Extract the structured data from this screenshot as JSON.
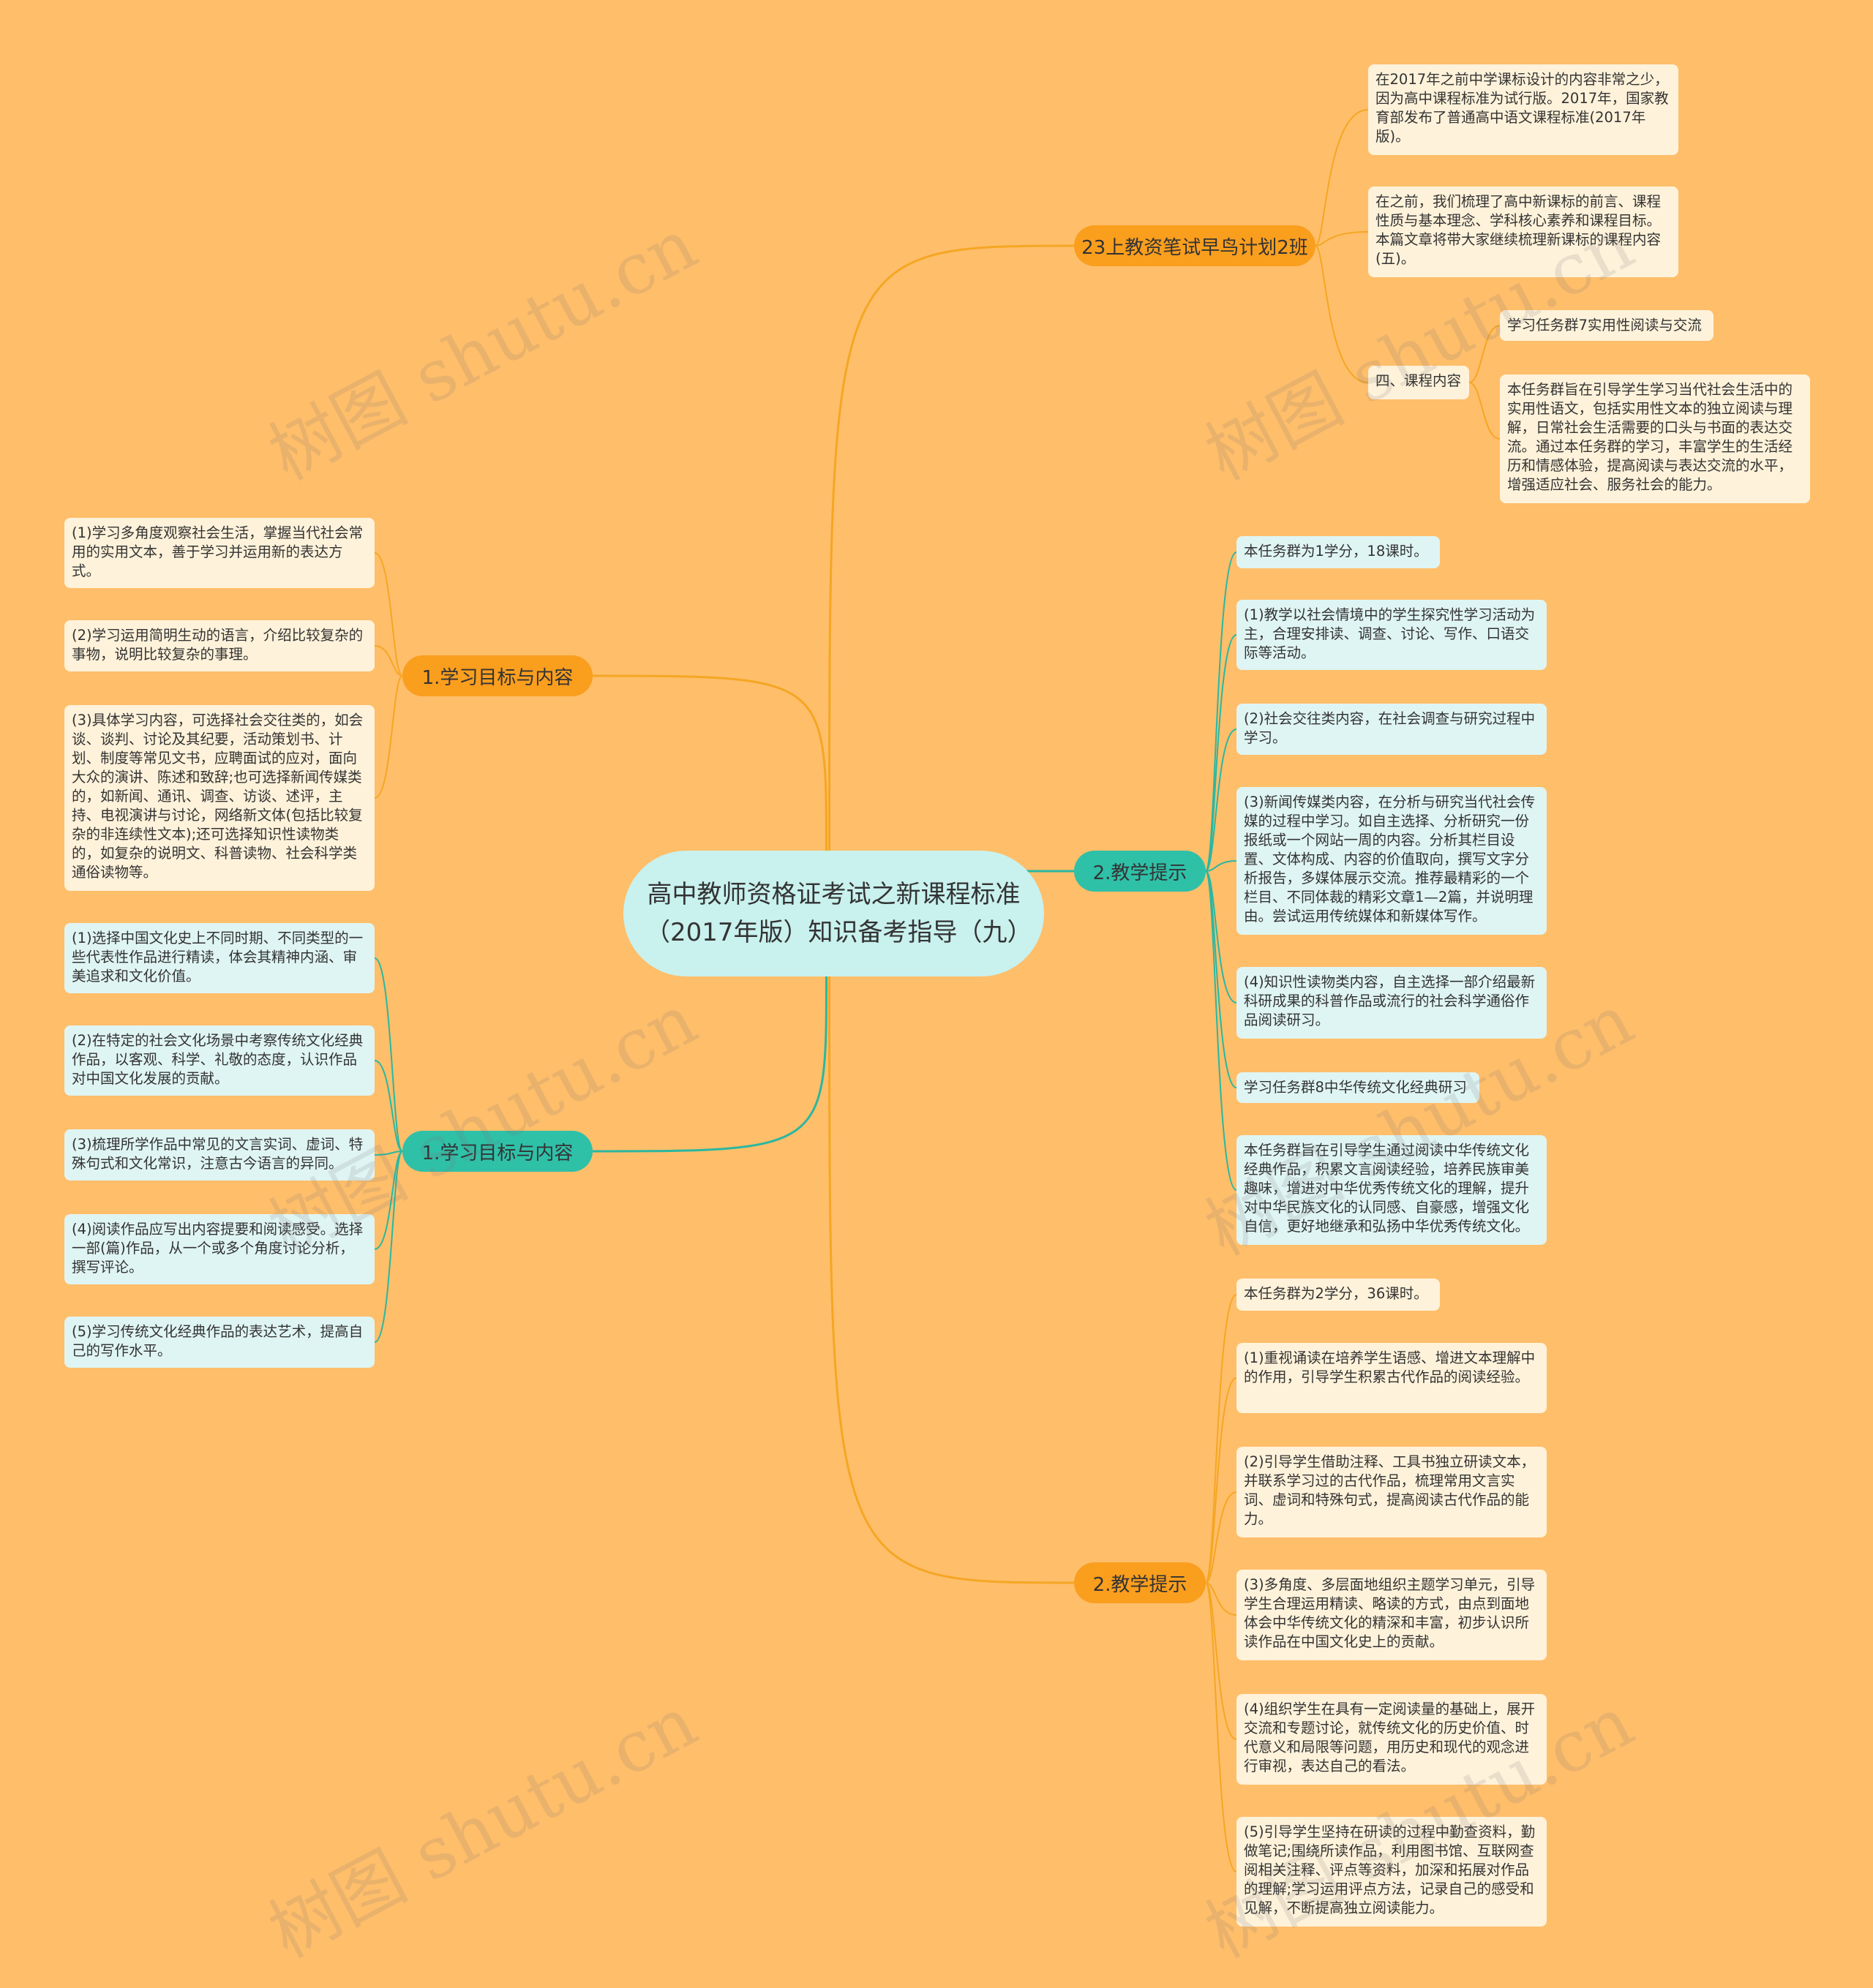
{
  "watermark_text": "树图 shutu.cn",
  "colors": {
    "orange_link": "#F5A623",
    "teal_link": "#2AB7A0"
  },
  "center": {
    "label": "高中教师资格证考试之新课程标准（2017年版）知识备考指导（九）"
  },
  "branches": [
    {
      "label": "23上教资笔试早鸟计划2班",
      "color": "orange",
      "leaves": [
        {
          "text": "在2017年之前中学课标设计的内容非常之少，因为高中课程标准为试行版。2017年，国家教育部发布了普通高中语文课程标准(2017年版)。"
        },
        {
          "text": "在之前，我们梳理了高中新课标的前言、课程性质与基本理念、学科核心素养和课程目标。本篇文章将带大家继续梳理新课标的课程内容(五)。"
        },
        {
          "text": "四、课程内容",
          "children": [
            {
              "text": "学习任务群7实用性阅读与交流"
            },
            {
              "text": "本任务群旨在引导学生学习当代社会生活中的实用性语文，包括实用性文本的独立阅读与理解，日常社会生活需要的口头与书面的表达交流。通过本任务群的学习，丰富学生的生活经历和情感体验，提高阅读与表达交流的水平，增强适应社会、服务社会的能力。"
            }
          ]
        }
      ]
    },
    {
      "label": "1.学习目标与内容",
      "color": "orange",
      "leaves": [
        {
          "text": "(1)学习多角度观察社会生活，掌握当代社会常用的实用文本，善于学习并运用新的表达方式。"
        },
        {
          "text": "(2)学习运用简明生动的语言，介绍比较复杂的事物，说明比较复杂的事理。"
        },
        {
          "text": "(3)具体学习内容，可选择社会交往类的，如会谈、谈判、讨论及其纪要，活动策划书、计划、制度等常见文书，应聘面试的应对，面向大众的演讲、陈述和致辞;也可选择新闻传媒类的，如新闻、通讯、调查、访谈、述评，主持、电视演讲与讨论，网络新文体(包括比较复杂的非连续性文本);还可选择知识性读物类的，如复杂的说明文、科普读物、社会科学类通俗读物等。"
        }
      ]
    },
    {
      "label": "2.教学提示",
      "color": "teal",
      "leaves": [
        {
          "text": "本任务群为1学分，18课时。"
        },
        {
          "text": "(1)教学以社会情境中的学生探究性学习活动为主，合理安排读、调查、讨论、写作、口语交际等活动。"
        },
        {
          "text": "(2)社会交往类内容，在社会调查与研究过程中学习。"
        },
        {
          "text": "(3)新闻传媒类内容，在分析与研究当代社会传媒的过程中学习。如自主选择、分析研究一份报纸或一个网站一周的内容。分析其栏目设置、文体构成、内容的价值取向，撰写文字分析报告，多媒体展示交流。推荐最精彩的一个栏目、不同体裁的精彩文章1—2篇，并说明理由。尝试运用传统媒体和新媒体写作。"
        },
        {
          "text": "(4)知识性读物类内容，自主选择一部介绍最新科研成果的科普作品或流行的社会科学通俗作品阅读研习。"
        },
        {
          "text": "学习任务群8中华传统文化经典研习"
        },
        {
          "text": "本任务群旨在引导学生通过阅读中华传统文化经典作品，积累文言阅读经验，培养民族审美趣味，增进对中华优秀传统文化的理解，提升对中华民族文化的认同感、自豪感，增强文化自信，更好地继承和弘扬中华优秀传统文化。"
        }
      ]
    },
    {
      "label": "1.学习目标与内容",
      "color": "teal",
      "leaves": [
        {
          "text": "(1)选择中国文化史上不同时期、不同类型的一些代表性作品进行精读，体会其精神内涵、审美追求和文化价值。"
        },
        {
          "text": "(2)在特定的社会文化场景中考察传统文化经典作品，以客观、科学、礼敬的态度，认识作品对中国文化发展的贡献。"
        },
        {
          "text": "(3)梳理所学作品中常见的文言实词、虚词、特殊句式和文化常识，注意古今语言的异同。"
        },
        {
          "text": "(4)阅读作品应写出内容提要和阅读感受。选择一部(篇)作品，从一个或多个角度讨论分析，撰写评论。"
        },
        {
          "text": "(5)学习传统文化经典作品的表达艺术，提高自己的写作水平。"
        }
      ]
    },
    {
      "label": "2.教学提示",
      "color": "orange",
      "leaves": [
        {
          "text": "本任务群为2学分，36课时。"
        },
        {
          "text": "(1)重视诵读在培养学生语感、增进文本理解中的作用，引导学生积累古代作品的阅读经验。"
        },
        {
          "text": "(2)引导学生借助注释、工具书独立研读文本，并联系学习过的古代作品，梳理常用文言实词、虚词和特殊句式，提高阅读古代作品的能力。"
        },
        {
          "text": "(3)多角度、多层面地组织主题学习单元，引导学生合理运用精读、略读的方式，由点到面地体会中华传统文化的精深和丰富，初步认识所读作品在中国文化史上的贡献。"
        },
        {
          "text": "(4)组织学生在具有一定阅读量的基础上，展开交流和专题讨论，就传统文化的历史价值、时代意义和局限等问题，用历史和现代的观念进行审视，表达自己的看法。"
        },
        {
          "text": "(5)引导学生坚持在研读的过程中勤查资料，勤做笔记;围绕所读作品，利用图书馆、互联网查阅相关注释、评点等资料，加深和拓展对作品的理解;学习运用评点方法，记录自己的感受和见解，不断提高独立阅读能力。"
        }
      ]
    }
  ]
}
